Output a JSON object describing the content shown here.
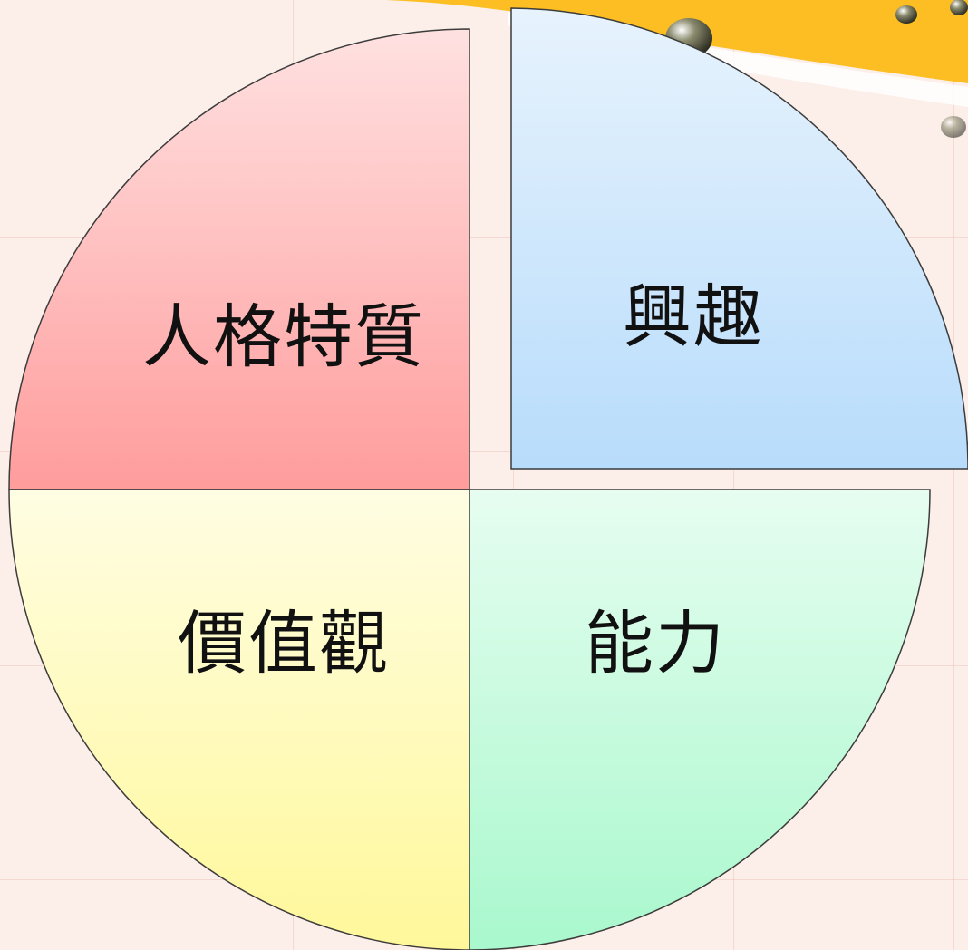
{
  "diagram": {
    "quadrants": [
      {
        "id": "top-left",
        "label": "人格特質",
        "color_top": "#ffe1e1",
        "color_bottom": "#ff9c9c"
      },
      {
        "id": "top-right",
        "label": "興趣",
        "color_top": "#e7f3fd",
        "color_bottom": "#b8dcfb"
      },
      {
        "id": "bottom-left",
        "label": "價值觀",
        "color_top": "#fffde3",
        "color_bottom": "#fff89a"
      },
      {
        "id": "bottom-right",
        "label": "能力",
        "color_top": "#e6fdf0",
        "color_bottom": "#a9f8cd"
      }
    ]
  },
  "decoration": {
    "banner_color": "#fcbe22",
    "drop_icon": "water-drop-icon"
  }
}
